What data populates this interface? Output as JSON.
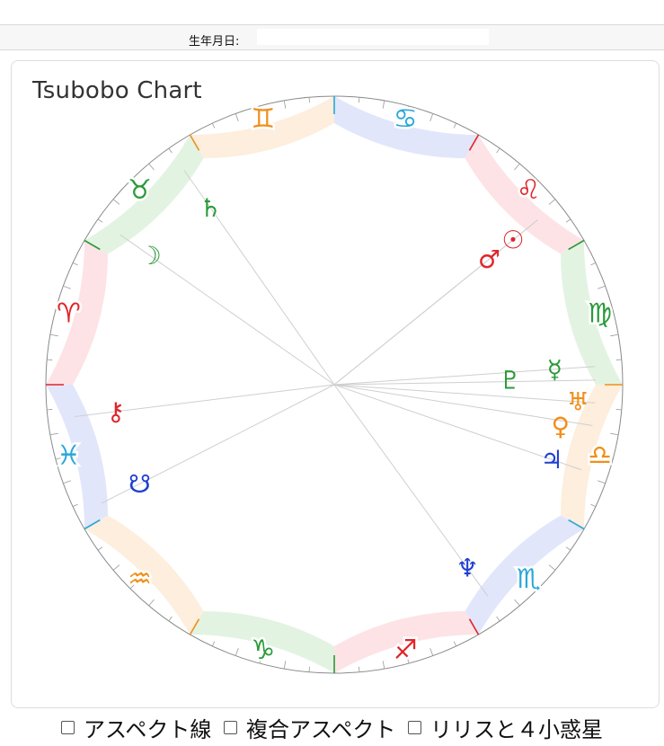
{
  "form": {
    "dob_label": "生年月日:",
    "dob_value": ""
  },
  "chart": {
    "title": "Tsubobo Chart",
    "colors": {
      "fire": "#e0252a",
      "earth": "#2a9a3a",
      "air": "#f0901a",
      "water": "#28a8d8",
      "blue": "#1f3fd0",
      "fire_bg": "#fde3e6",
      "earth_bg": "#e3f3e2",
      "air_bg": "#fdeedd",
      "water_bg": "#e2e6fb"
    },
    "signs": [
      {
        "name": "aries",
        "glyph": "♈",
        "element": "fire"
      },
      {
        "name": "taurus",
        "glyph": "♉",
        "element": "earth"
      },
      {
        "name": "gemini",
        "glyph": "♊",
        "element": "air"
      },
      {
        "name": "cancer",
        "glyph": "♋",
        "element": "water"
      },
      {
        "name": "leo",
        "glyph": "♌",
        "element": "fire"
      },
      {
        "name": "virgo",
        "glyph": "♍",
        "element": "earth"
      },
      {
        "name": "libra",
        "glyph": "♎",
        "element": "air"
      },
      {
        "name": "scorpio",
        "glyph": "♏",
        "element": "water"
      },
      {
        "name": "sagittarius",
        "glyph": "♐",
        "element": "fire"
      },
      {
        "name": "capricorn",
        "glyph": "♑",
        "element": "earth"
      },
      {
        "name": "aquarius",
        "glyph": "♒",
        "element": "air"
      },
      {
        "name": "pisces",
        "glyph": "♓",
        "element": "water"
      }
    ],
    "planets": [
      {
        "name": "neptune",
        "glyph": "♆",
        "longitude": 234,
        "color": "#1f3fd0"
      },
      {
        "name": "jupiter",
        "glyph": "♃",
        "longitude": 199,
        "color": "#1f3fd0"
      },
      {
        "name": "venus",
        "glyph": "♀",
        "longitude": 189,
        "color": "#f0901a"
      },
      {
        "name": "uranus",
        "glyph": "♅",
        "longitude": 184,
        "color": "#f0901a"
      },
      {
        "name": "pluto",
        "glyph": "♇",
        "longitude": 179,
        "color": "#2a9a3a"
      },
      {
        "name": "mercury",
        "glyph": "☿",
        "longitude": 176,
        "color": "#2a9a3a"
      },
      {
        "name": "mars",
        "glyph": "♂",
        "longitude": 141,
        "color": "#e0252a"
      },
      {
        "name": "sun",
        "glyph": "☉",
        "longitude": 141,
        "color": "#e0252a"
      },
      {
        "name": "saturn",
        "glyph": "♄",
        "longitude": 55,
        "color": "#2a9a3a"
      },
      {
        "name": "moon",
        "glyph": "☽",
        "longitude": 35,
        "color": "#2a9a3a"
      },
      {
        "name": "chiron",
        "glyph": "⚷",
        "longitude": 353,
        "color": "#e0252a"
      },
      {
        "name": "node",
        "glyph": "☋",
        "longitude": 333,
        "color": "#1f3fd0"
      }
    ]
  },
  "options": [
    {
      "label": "アスペクト線",
      "checked": false
    },
    {
      "label": "複合アスペクト",
      "checked": false
    },
    {
      "label": "リリスと４小惑星",
      "checked": false
    }
  ]
}
